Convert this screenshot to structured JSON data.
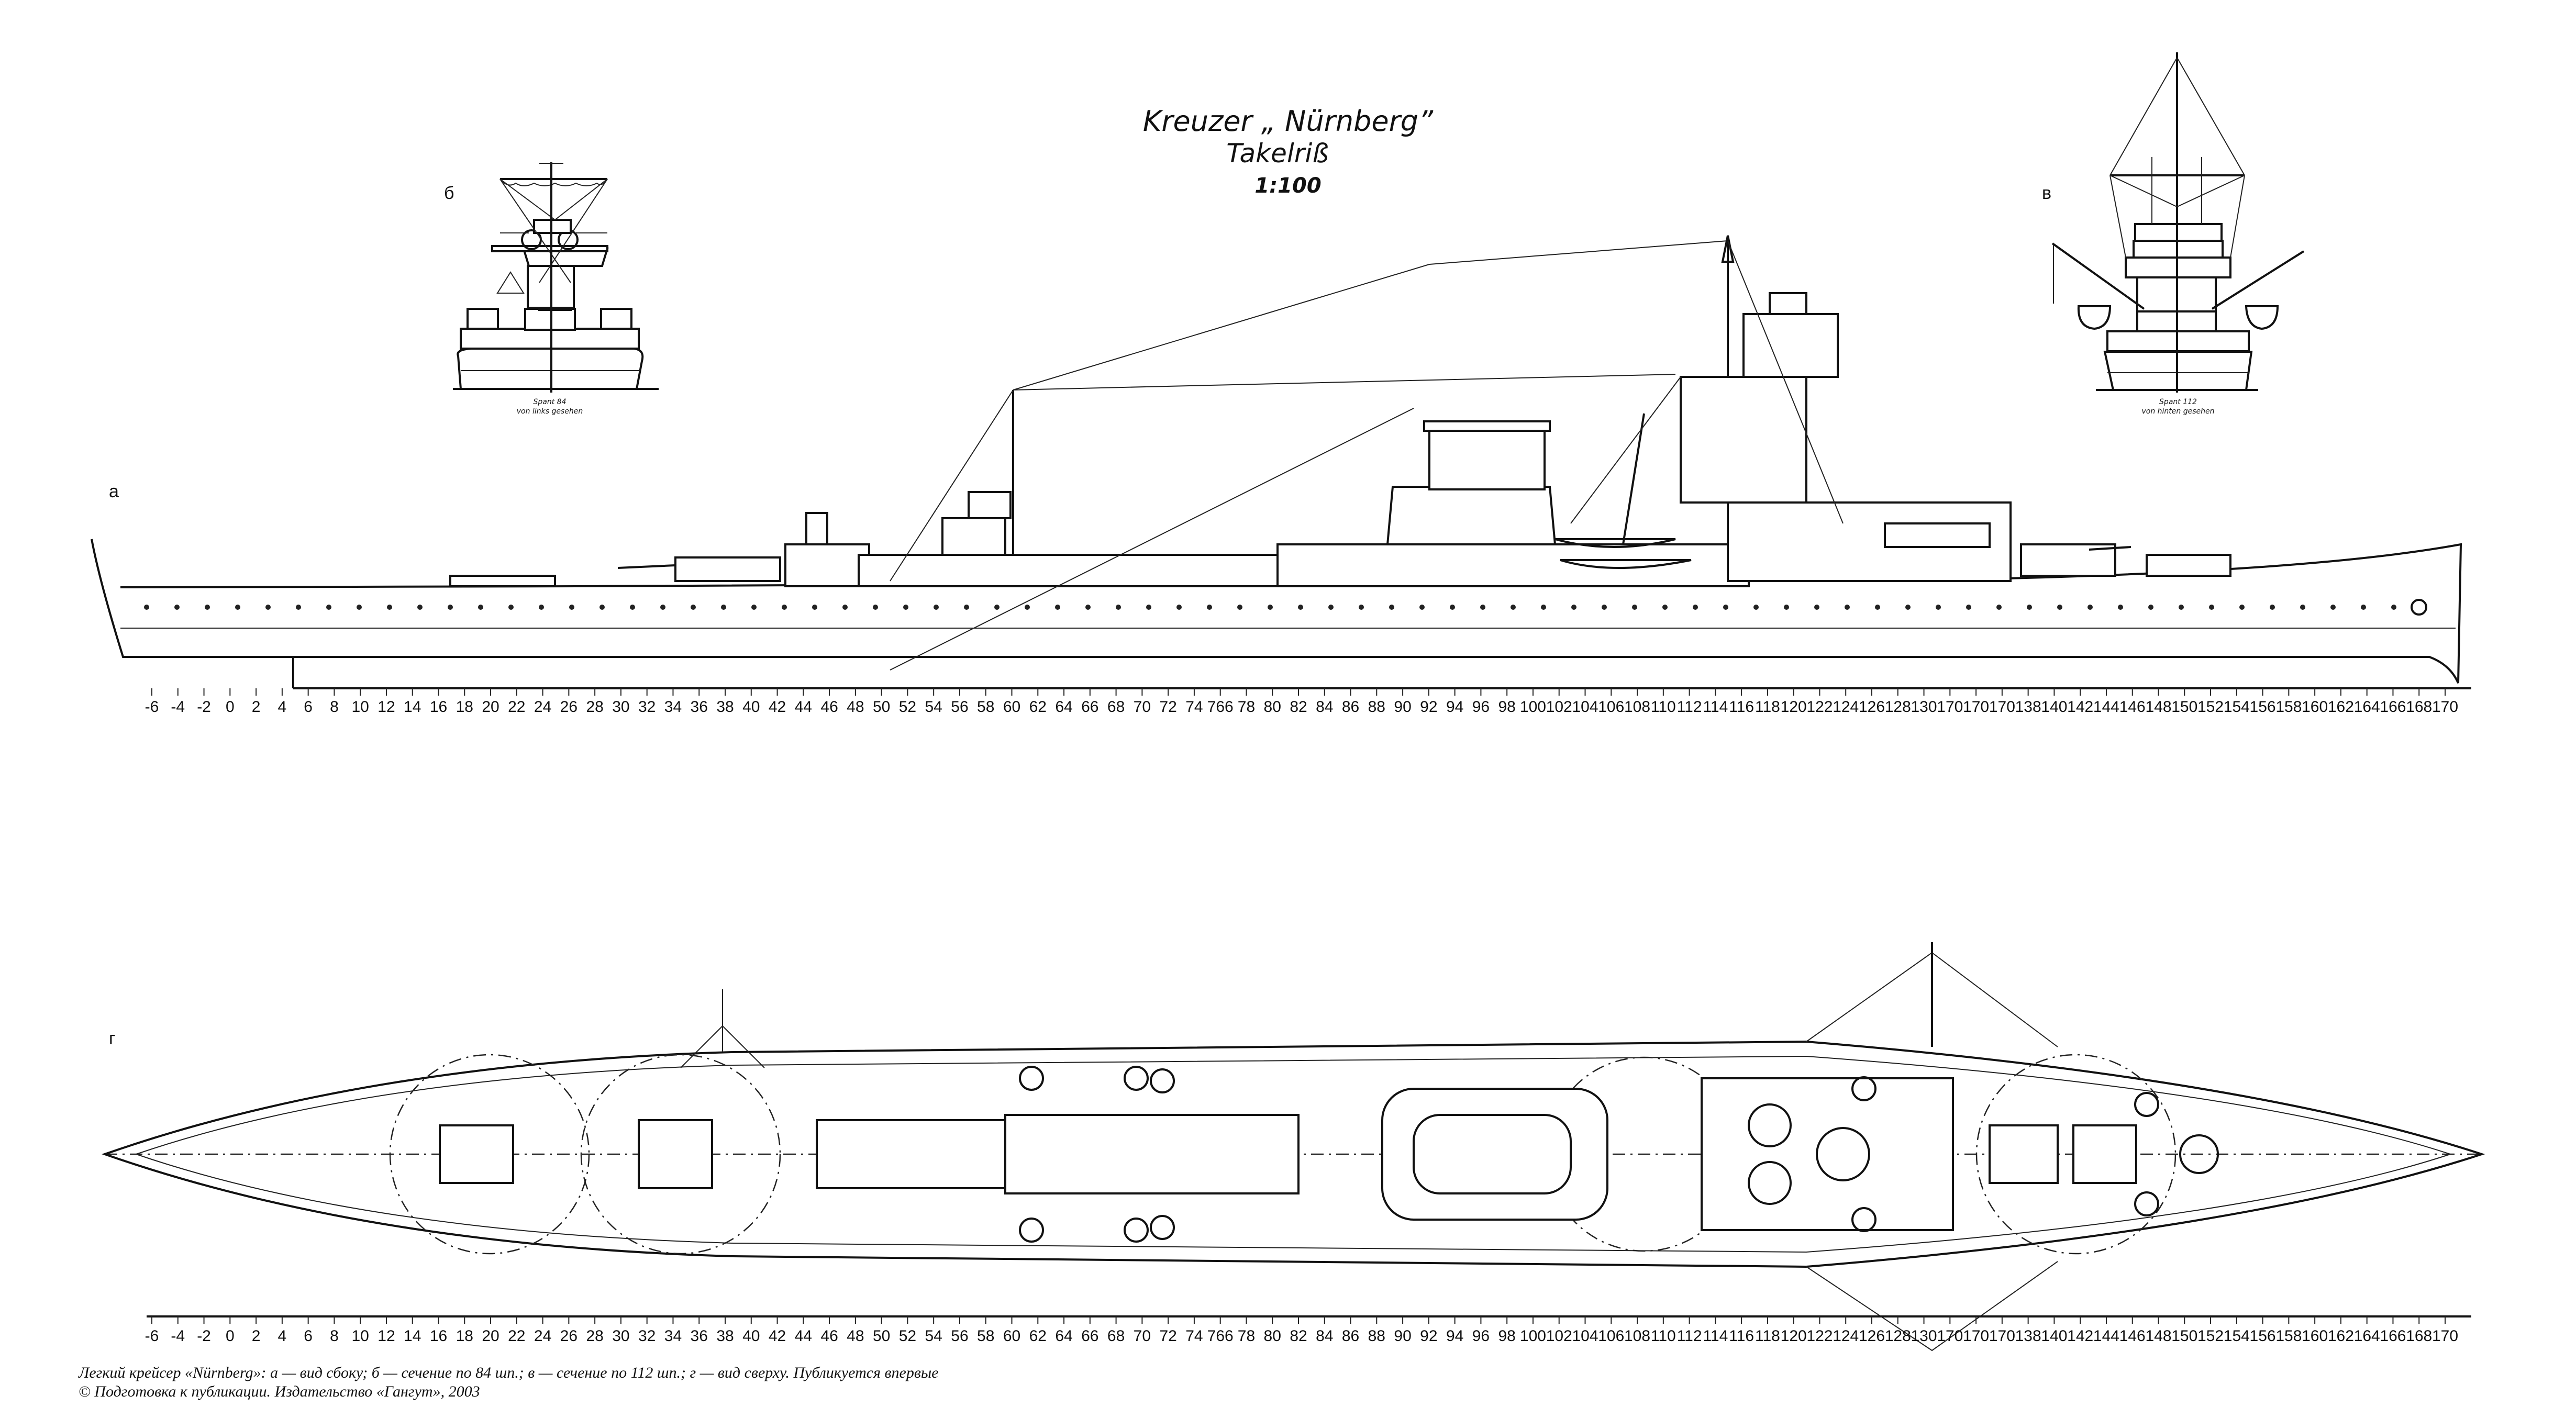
{
  "title": {
    "line1": "Kreuzer „ Nürnberg”",
    "line2": "Takelriß",
    "scale": "1:100"
  },
  "view_labels": {
    "side": "а",
    "section_84": "б",
    "section_112": "в",
    "top": "г"
  },
  "section_captions": {
    "section_84_line1": "Spant 84",
    "section_84_line2": "von links gesehen",
    "section_112_line1": "Spant 112",
    "section_112_line2": "von hinten gesehen"
  },
  "ruler_labels": [
    "-6",
    "-4",
    "-2",
    "0",
    "2",
    "4",
    "6",
    "8",
    "10",
    "12",
    "14",
    "16",
    "18",
    "20",
    "22",
    "24",
    "26",
    "28",
    "30",
    "32",
    "34",
    "36",
    "38",
    "40",
    "42",
    "44",
    "46",
    "48",
    "50",
    "52",
    "54",
    "56",
    "58",
    "60",
    "62",
    "64",
    "66",
    "68",
    "70",
    "72",
    "74",
    "766",
    "78",
    "80",
    "82",
    "84",
    "86",
    "88",
    "90",
    "92",
    "94",
    "96",
    "98",
    "100",
    "102",
    "104",
    "106",
    "108",
    "110",
    "112",
    "114",
    "116",
    "118",
    "120",
    "122",
    "124",
    "126",
    "128",
    "130",
    "170",
    "170",
    "170",
    "138",
    "140",
    "142",
    "144",
    "146",
    "148",
    "150",
    "152",
    "154",
    "156",
    "158",
    "160",
    "162",
    "164",
    "166",
    "168",
    "170"
  ],
  "caption": {
    "line1": "Легкий крейсер «Nürnberg»: а — вид сбоку; б — сечение по 84 шп.; в — сечение по 112 шп.; г — вид сверху. Публикуется впервые",
    "line2": "© Подготовка к публикации. Издательство «Гангут», 2003"
  }
}
